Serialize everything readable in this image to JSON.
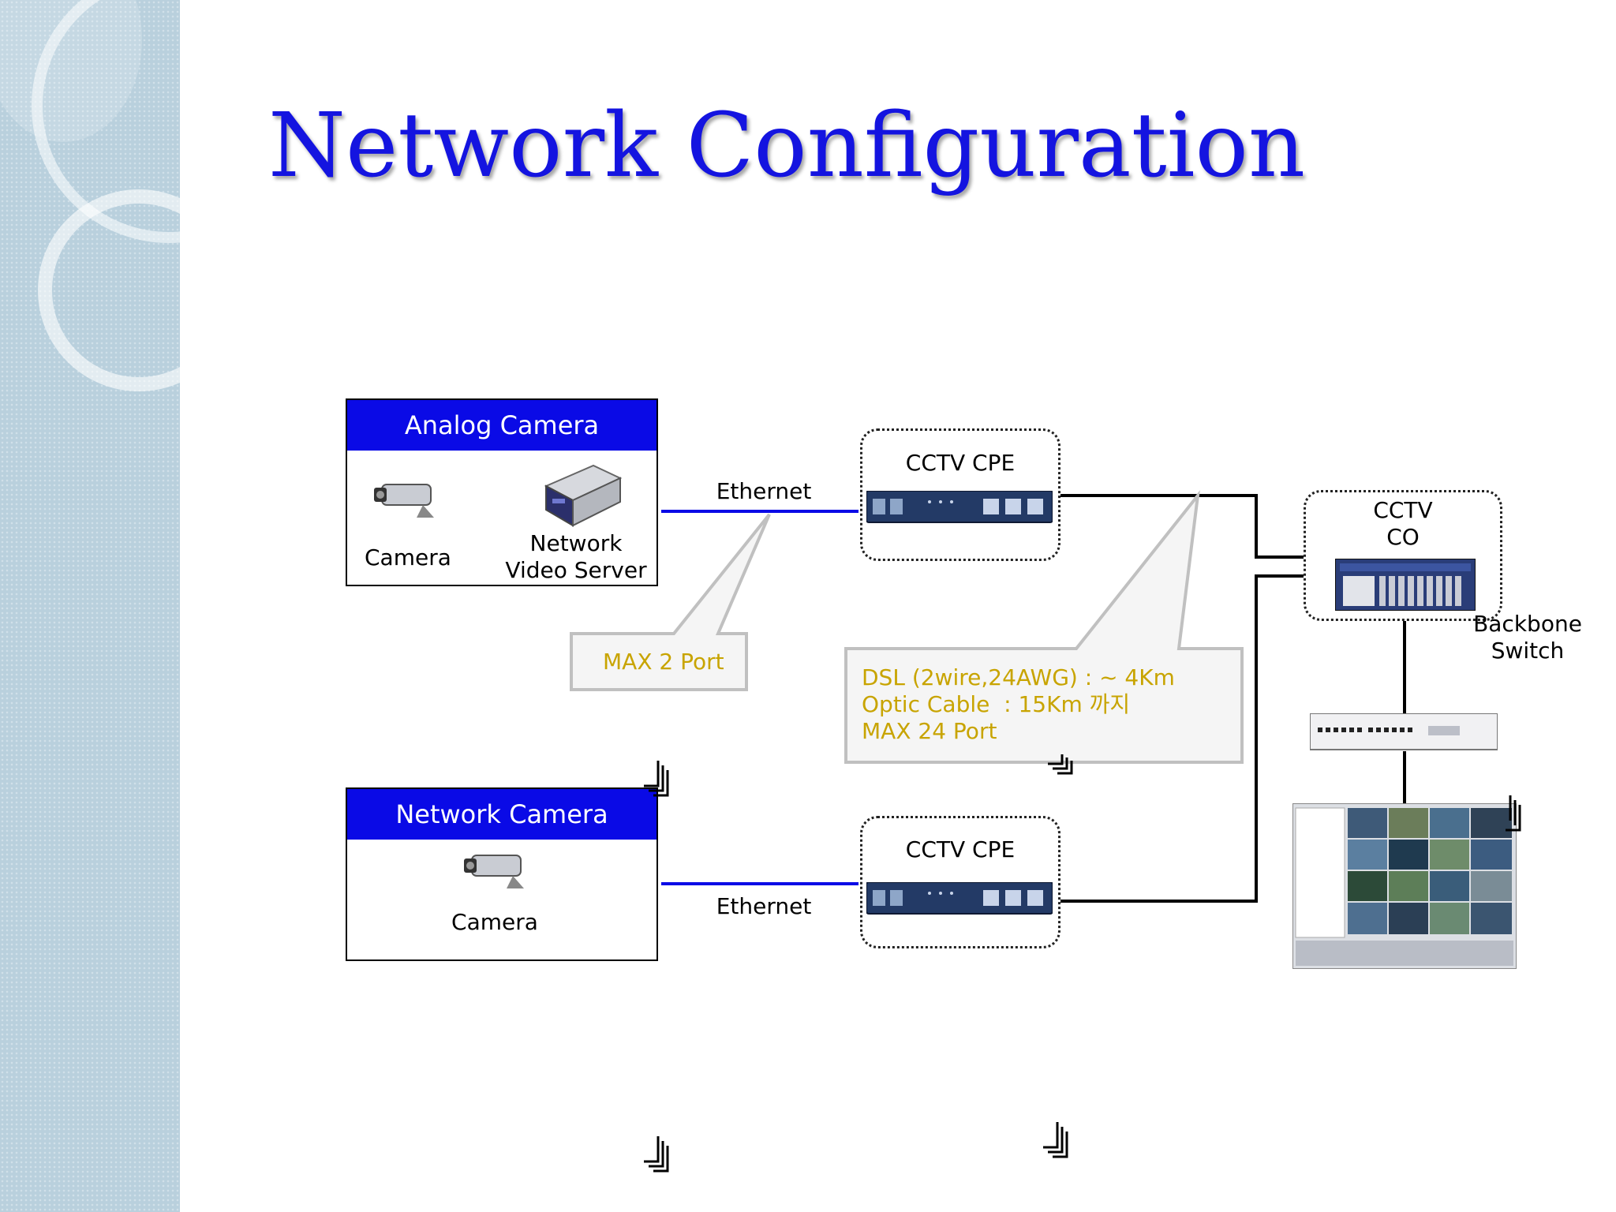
{
  "slide": {
    "title": "Network Configuration"
  },
  "analog_box": {
    "header": "Analog Camera",
    "camera_label": "Camera",
    "server_label_line1": "Network",
    "server_label_line2": "Video Server"
  },
  "network_box": {
    "header": "Network Camera",
    "camera_label": "Camera"
  },
  "links": {
    "ethernet_top": "Ethernet",
    "ethernet_bottom": "Ethernet"
  },
  "cpe_top": {
    "label": "CCTV CPE"
  },
  "cpe_bottom": {
    "label": "CCTV CPE"
  },
  "co": {
    "label_line1": "CCTV",
    "label_line2": "CO"
  },
  "backbone": {
    "label_line1": "Backbone",
    "label_line2": "Switch"
  },
  "callouts": {
    "max2": "MAX 2 Port",
    "dsl_line1": "DSL (2wire,24AWG) : ~ 4Km",
    "dsl_line2": "Optic Cable  : 15Km 까지",
    "dsl_line3": "MAX 24 Port"
  },
  "colors": {
    "title": "#1414e0",
    "header_bg": "#0a0ae6",
    "ethernet_line": "#0a0ae6",
    "callout_text": "#c8a400",
    "sidebar": "#b9d0dd"
  },
  "icons": [
    "camera-icon",
    "video-server-icon",
    "cpe-device-icon",
    "co-rack-icon",
    "switch-icon",
    "monitor-screen-icon",
    "corner-mark-icon"
  ]
}
